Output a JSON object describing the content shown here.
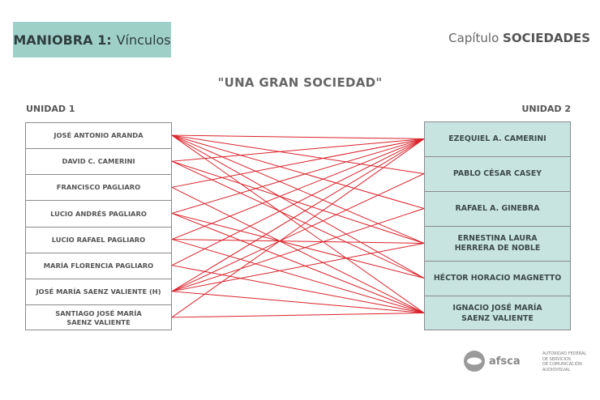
{
  "header": {
    "badge_bold": "MANIOBRA 1:",
    "badge_rest": "Vínculos",
    "chapter_prefix": "Capítulo",
    "chapter_bold": "SOCIEDADES"
  },
  "title": "\"UNA GRAN SOCIEDAD\"",
  "unit1_label": "UNIDAD 1",
  "unit2_label": "UNIDAD 2",
  "unit1": [
    "JOSÉ ANTONIO ARANDA",
    "DAVID C. CAMERINI",
    "FRANCISCO PAGLIARO",
    "LUCIO ANDRÉS PAGLIARO",
    "LUCIO RAFAEL PAGLIARO",
    "MARÍA FLORENCIA PAGLIARO",
    "JOSÉ MARÍA SAENZ VALIENTE (H)",
    "SANTIAGO JOSÉ MARÍA\nSAENZ VALIENTE"
  ],
  "unit2": [
    "EZEQUIEL A. CAMERINI",
    "PABLO CÉSAR CASEY",
    "RAFAEL A. GINEBRA",
    "ERNESTINA LAURA\nHERRERA DE NOBLE",
    "HÉCTOR HORACIO MAGNETTO",
    "IGNACIO JOSÉ MARÍA\nSAENZ VALIENTE"
  ],
  "links": [
    [
      0,
      0
    ],
    [
      0,
      1
    ],
    [
      0,
      2
    ],
    [
      0,
      3
    ],
    [
      0,
      4
    ],
    [
      0,
      5
    ],
    [
      1,
      0
    ],
    [
      1,
      3
    ],
    [
      1,
      4
    ],
    [
      2,
      0
    ],
    [
      2,
      5
    ],
    [
      3,
      0
    ],
    [
      3,
      4
    ],
    [
      3,
      5
    ],
    [
      4,
      0
    ],
    [
      4,
      3
    ],
    [
      4,
      5
    ],
    [
      5,
      0
    ],
    [
      5,
      5
    ],
    [
      6,
      0
    ],
    [
      6,
      1
    ],
    [
      6,
      2
    ],
    [
      6,
      3
    ],
    [
      6,
      5
    ],
    [
      7,
      0
    ],
    [
      7,
      5
    ]
  ],
  "colors": {
    "link": "#d9222a",
    "badge": "#9fd0c8",
    "right_fill": "#c8e4e1"
  },
  "logo": {
    "word": "afsca",
    "text": "AUTORIDAD FEDERAL\nDE SERVICIOS\nDE COMUNICACIÓN\nAUDIOVISUAL"
  }
}
